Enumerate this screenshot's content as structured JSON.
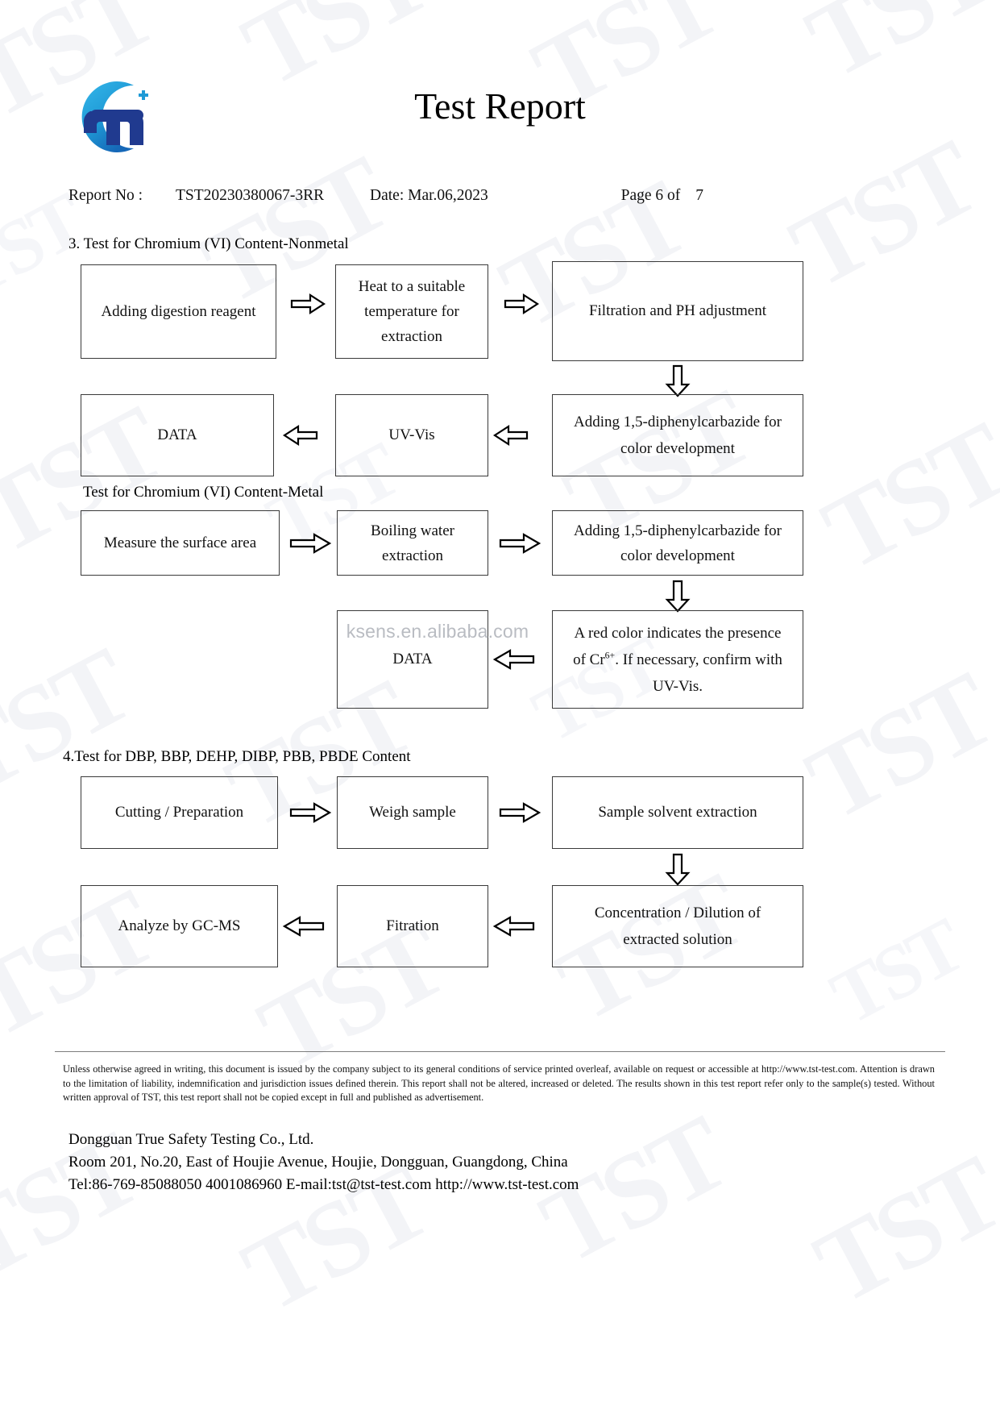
{
  "document": {
    "title": "Test Report",
    "logo_alt": "TST logo",
    "watermark_text": "TST",
    "overlay_watermark": "ksens.en.alibaba.com"
  },
  "meta": {
    "report_no_label": "Report No :",
    "report_no": "TST20230380067-3RR",
    "date": "Date: Mar.06,2023",
    "page_label": "Page 6 of",
    "page_total": "7"
  },
  "sections": [
    {
      "heading": "3. Test for Chromium (VI) Content-Nonmetal",
      "boxes": [
        "Adding digestion reagent",
        "Heat to a suitable temperature for extraction",
        "Filtration and PH adjustment",
        "Adding 1,5-diphenylcarbazide for color development",
        "UV-Vis",
        "DATA"
      ]
    },
    {
      "heading": "Test for Chromium (VI) Content-Metal",
      "boxes": [
        "Measure the surface area",
        "Boiling water extraction",
        "Adding 1,5-diphenylcarbazide for color development",
        "A red color indicates the presence of Cr6+. If necessary, confirm with UV-Vis.",
        "DATA"
      ]
    },
    {
      "heading": "4.Test for DBP, BBP, DEHP, DIBP, PBB, PBDE Content",
      "boxes": [
        "Cutting / Preparation",
        "Weigh sample",
        "Sample solvent extraction",
        "Concentration / Dilution of extracted solution",
        "Fitration",
        "Analyze by GC-MS"
      ]
    }
  ],
  "flow1": {
    "b1": "Adding digestion reagent",
    "b2_l1": "Heat to a suitable",
    "b2_l2": "temperature for",
    "b2_l3": "extraction",
    "b3": "Filtration and PH adjustment",
    "b4_l1": "Adding 1,5-diphenylcarbazide for",
    "b4_l2": "color development",
    "b5": "UV-Vis",
    "b6": "DATA"
  },
  "flow2": {
    "b1": "Measure the surface area",
    "b2_l1": "Boiling water",
    "b2_l2": "extraction",
    "b3_l1": "Adding 1,5-diphenylcarbazide for",
    "b3_l2": "color development",
    "b4_l1": "A red color indicates the presence",
    "b4_l2a": "of Cr",
    "b4_sup": "6+",
    "b4_l2b": ". If necessary, confirm with",
    "b4_l3": "UV-Vis.",
    "b5": "DATA"
  },
  "flow3": {
    "b1": "Cutting / Preparation",
    "b2": "Weigh sample",
    "b3": "Sample solvent extraction",
    "b4_l1": "Concentration / Dilution of",
    "b4_l2": "extracted solution",
    "b5": "Fitration",
    "b6": "Analyze by GC-MS"
  },
  "footer": {
    "disclaimer": "Unless otherwise agreed in writing, this document is issued by the company subject to its general conditions of service printed overleaf, available on request or accessible at http://www.tst-test.com. Attention is drawn to the limitation of liability, indemnification and jurisdiction issues defined therein. This report shall not be altered, increased or deleted. The results shown in this test report refer only to the sample(s) tested. Without written approval of TST, this test report shall not be copied except in full and published as advertisement.",
    "company": "Dongguan True Safety Testing Co., Ltd.",
    "address": "Room 201, No.20, East of Houjie Avenue, Houjie, Dongguan, Guangdong, China",
    "contact": "Tel:86-769-85088050    4001086960    E-mail:tst@tst-test.com    http://www.tst-test.com"
  },
  "colors": {
    "logo_ring": "#1f9ad6",
    "logo_mark": "#203a8f",
    "box_border": "#3a3a3a",
    "watermark": "#f3f4f7"
  }
}
